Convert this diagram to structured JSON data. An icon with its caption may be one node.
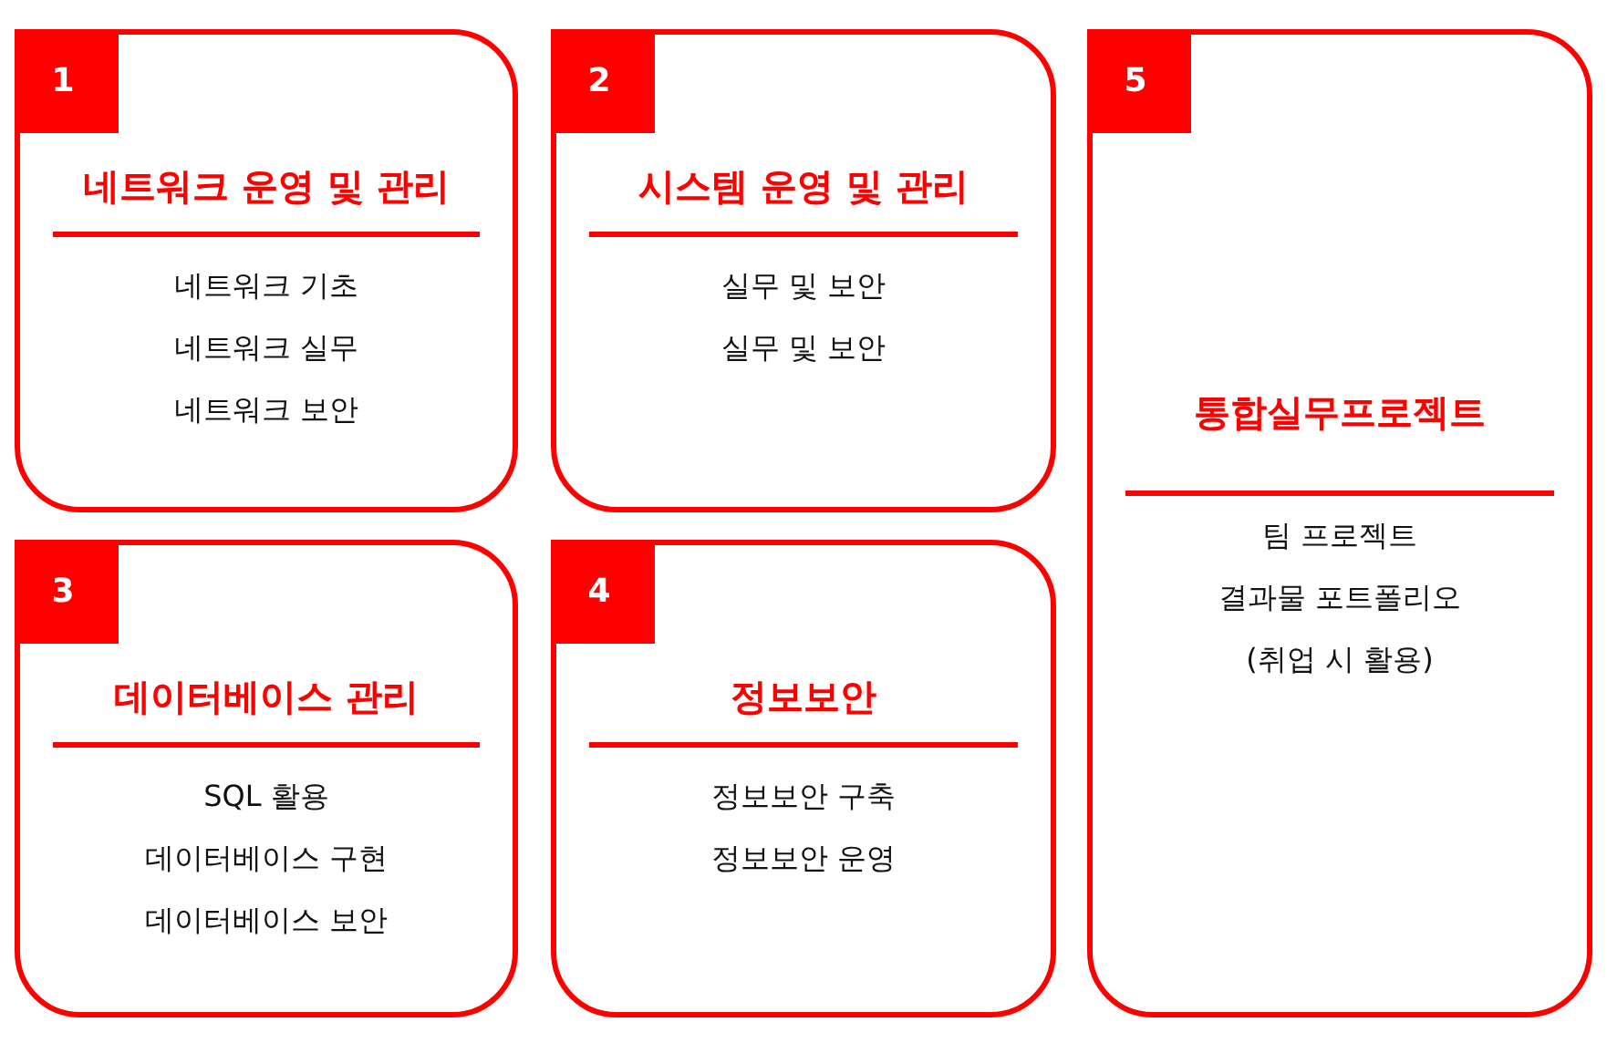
{
  "diagram": {
    "nodes": [
      {
        "text": [
          "1",
          "네트워크 운영 및 관리",
          "네트워크 기초",
          "네트워크 실무",
          "네트워크 보안"
        ]
      },
      {
        "text": [
          "2",
          "시스템 운영 및 관리",
          "실무 및 보안",
          "실무 및 보안"
        ]
      },
      {
        "text": [
          "5",
          "통합실무프로젝트",
          "팀 프로젝트",
          "결과물 포트폴리오",
          "(취업 시 활용)"
        ]
      },
      {
        "text": [
          "3",
          "데이터베이스 관리",
          "SQL 활용",
          "데이터베이스 구현",
          "데이터베이스 보안"
        ]
      },
      {
        "text": [
          "4",
          "정보보안",
          "정보보안 구축",
          "정보보안 운영"
        ]
      }
    ]
  }
}
